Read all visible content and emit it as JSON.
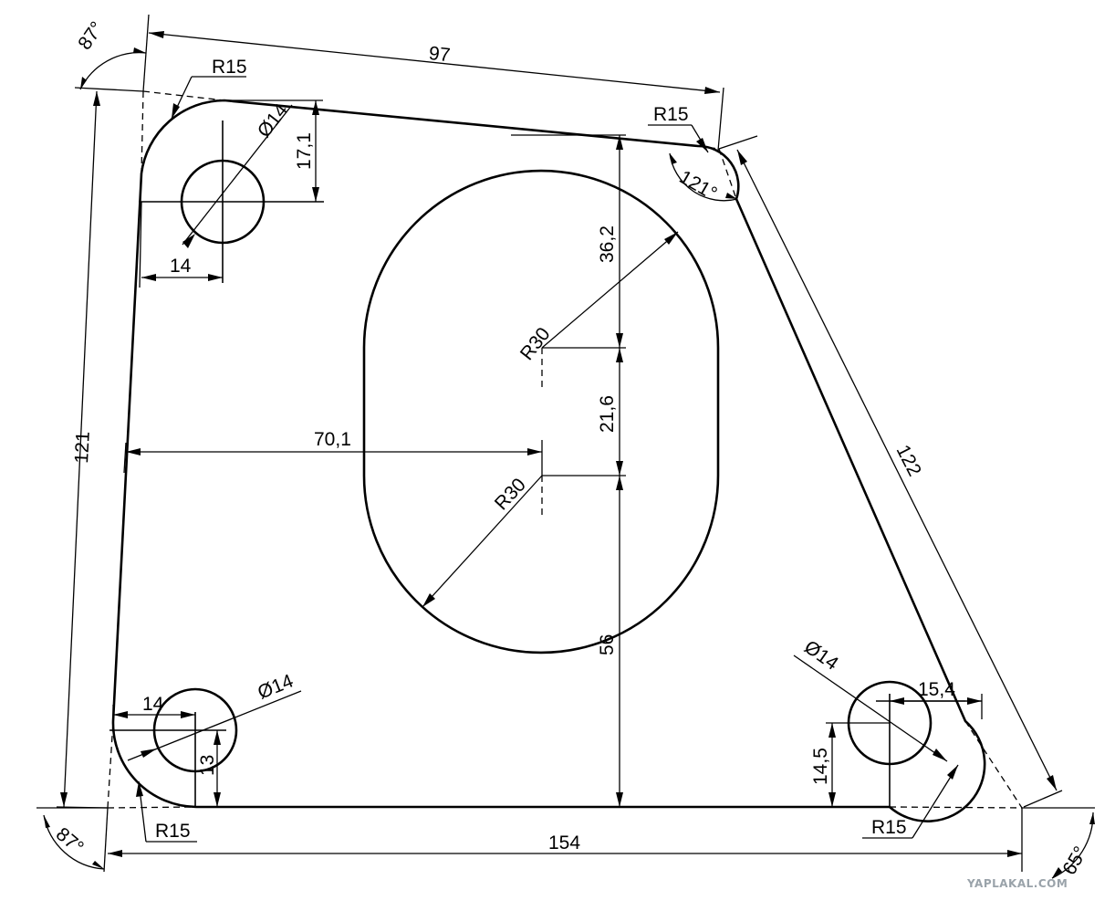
{
  "drawing": {
    "dimensions": {
      "top_edge_length": "97",
      "left_edge_length": "121",
      "right_edge_length": "122",
      "bottom_edge_length": "154",
      "top_left_angle": "87°",
      "bottom_left_angle": "87°",
      "bottom_right_angle": "65°",
      "top_right_angle": "121°",
      "top_left_radius": "R15",
      "top_right_radius": "R15",
      "bottom_left_radius": "R15",
      "bottom_right_radius": "R15",
      "top_left_hole_diameter": "Ø14",
      "bottom_left_hole_diameter": "Ø14",
      "bottom_right_hole_diameter": "Ø14",
      "top_left_hole_offset_x": "14",
      "top_left_hole_offset_y": "17,1",
      "bottom_left_hole_offset_x": "14",
      "bottom_left_hole_offset_y": "13",
      "bottom_right_hole_offset_x": "15,4",
      "bottom_right_hole_offset_y": "14,5",
      "slot_top_radius": "R30",
      "slot_bottom_radius": "R30",
      "slot_center_spacing": "21,6",
      "slot_top_to_edge": "36,2",
      "slot_bottom_to_base": "56",
      "slot_x_from_left": "70,1"
    }
  },
  "watermark": "YAPLAKAL.COM"
}
